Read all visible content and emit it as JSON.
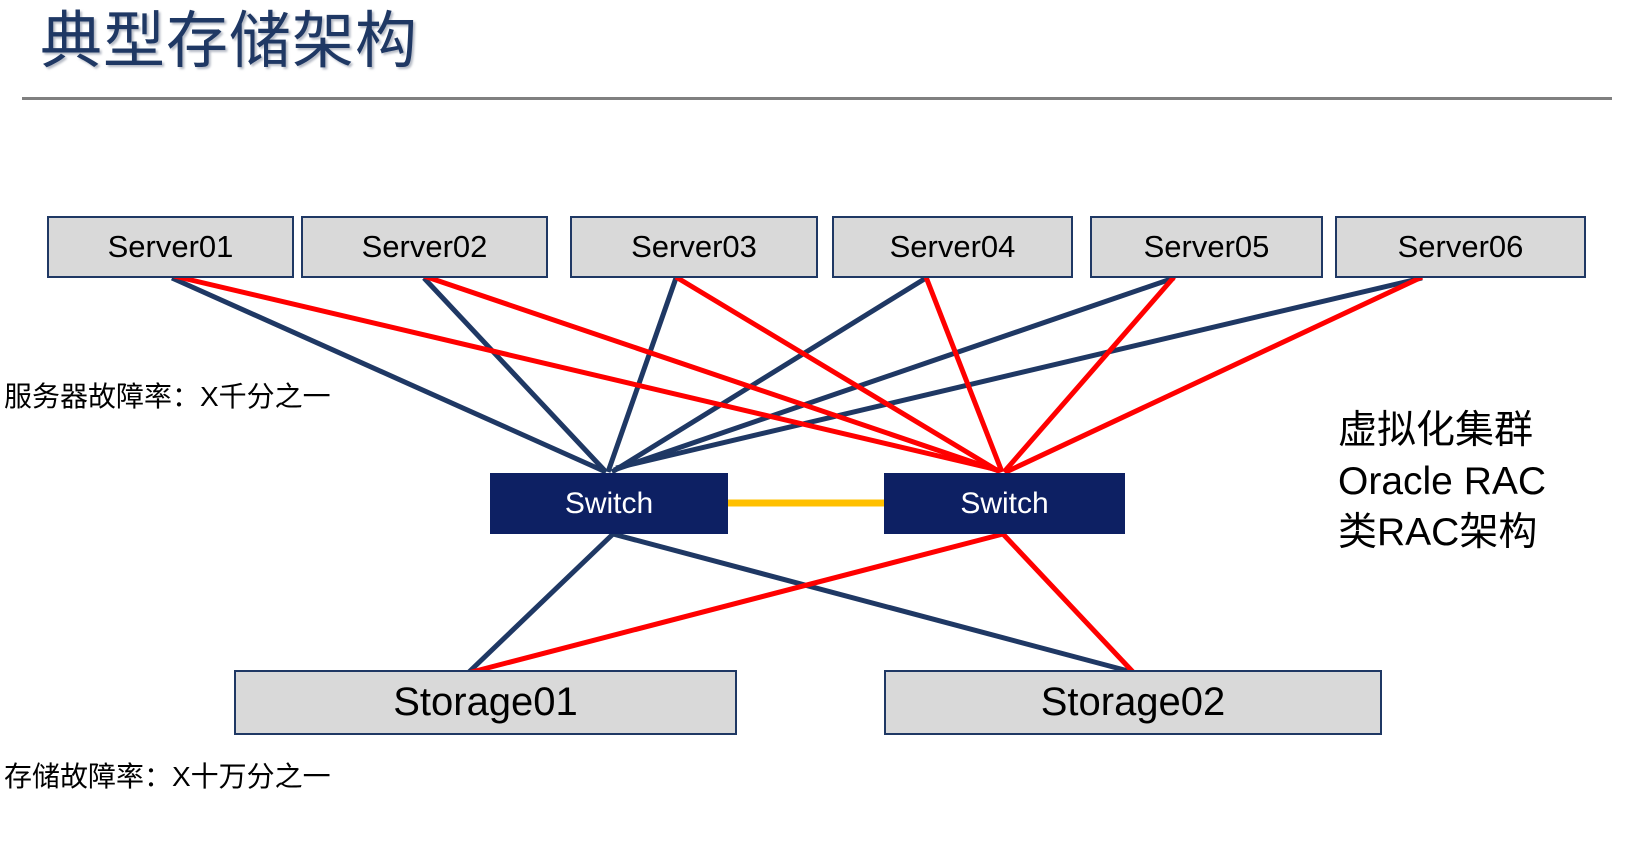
{
  "slide": {
    "title": "典型存储架构",
    "background_color": "#FFFFFF",
    "title_color": "#1F3864",
    "rule_color": "#808080"
  },
  "palette": {
    "node_fill": "#D9D9D9",
    "node_border": "#1F3864",
    "switch_fill": "#0D2063",
    "switch_text": "#FFFFFF",
    "link_primary": "#1F3864",
    "link_secondary": "#FF0000",
    "interswitch_link": "#FFC000"
  },
  "servers": [
    {
      "label": "Server01"
    },
    {
      "label": "Server02"
    },
    {
      "label": "Server03"
    },
    {
      "label": "Server04"
    },
    {
      "label": "Server05"
    },
    {
      "label": "Server06"
    }
  ],
  "switches": [
    {
      "label": "Switch"
    },
    {
      "label": "Switch"
    }
  ],
  "storages": [
    {
      "label": "Storage01"
    },
    {
      "label": "Storage02"
    }
  ],
  "notes": {
    "server_failure_rate": "服务器故障率：X千分之一",
    "storage_failure_rate": "存储故障率：X十万分之一"
  },
  "right_note": {
    "line1": "虚拟化集群",
    "line2": "Oracle RAC",
    "line3": "类RAC架构"
  },
  "diagram_data": {
    "type": "network-topology",
    "description": "六台服务器双链路连接到两台交换机，交换机之间互联，并各自双链路连接到两台存储",
    "links": [
      {
        "from": "Server01",
        "to": "Switch1",
        "color": "#1F3864"
      },
      {
        "from": "Server01",
        "to": "Switch2",
        "color": "#FF0000"
      },
      {
        "from": "Server02",
        "to": "Switch1",
        "color": "#1F3864"
      },
      {
        "from": "Server02",
        "to": "Switch2",
        "color": "#FF0000"
      },
      {
        "from": "Server03",
        "to": "Switch1",
        "color": "#1F3864"
      },
      {
        "from": "Server03",
        "to": "Switch2",
        "color": "#FF0000"
      },
      {
        "from": "Server04",
        "to": "Switch1",
        "color": "#1F3864"
      },
      {
        "from": "Server04",
        "to": "Switch2",
        "color": "#FF0000"
      },
      {
        "from": "Server05",
        "to": "Switch1",
        "color": "#1F3864"
      },
      {
        "from": "Server05",
        "to": "Switch2",
        "color": "#FF0000"
      },
      {
        "from": "Server06",
        "to": "Switch1",
        "color": "#1F3864"
      },
      {
        "from": "Server06",
        "to": "Switch2",
        "color": "#FF0000"
      },
      {
        "from": "Switch1",
        "to": "Switch2",
        "color": "#FFC000"
      },
      {
        "from": "Switch1",
        "to": "Storage01",
        "color": "#1F3864"
      },
      {
        "from": "Switch1",
        "to": "Storage02",
        "color": "#1F3864"
      },
      {
        "from": "Switch2",
        "to": "Storage01",
        "color": "#FF0000"
      },
      {
        "from": "Switch2",
        "to": "Storage02",
        "color": "#FF0000"
      }
    ]
  }
}
